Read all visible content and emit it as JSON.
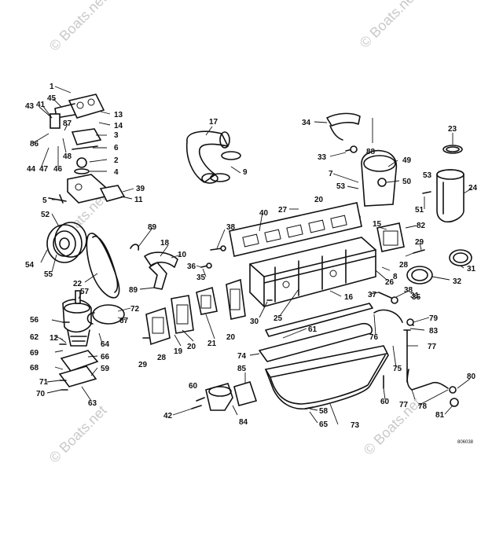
{
  "watermark_text": "© Boats.net",
  "diagram_code": "806038",
  "callouts": [
    "1",
    "2",
    "3",
    "4",
    "5",
    "6",
    "7",
    "8",
    "9",
    "10",
    "11",
    "12",
    "13",
    "14",
    "15",
    "16",
    "17",
    "18",
    "19",
    "20",
    "21",
    "22",
    "23",
    "24",
    "25",
    "26",
    "27",
    "28",
    "29",
    "30",
    "31",
    "32",
    "33",
    "34",
    "35",
    "36",
    "37",
    "38",
    "39",
    "40",
    "41",
    "42",
    "43",
    "44",
    "45",
    "46",
    "47",
    "48",
    "49",
    "50",
    "51",
    "52",
    "53",
    "54",
    "55",
    "56",
    "57",
    "58",
    "59",
    "60",
    "61",
    "62",
    "63",
    "64",
    "65",
    "66",
    "67",
    "68",
    "69",
    "70",
    "71",
    "72",
    "73",
    "74",
    "75",
    "76",
    "77",
    "78",
    "79",
    "80",
    "81",
    "82",
    "83",
    "84",
    "85",
    "86",
    "87",
    "88",
    "89"
  ]
}
